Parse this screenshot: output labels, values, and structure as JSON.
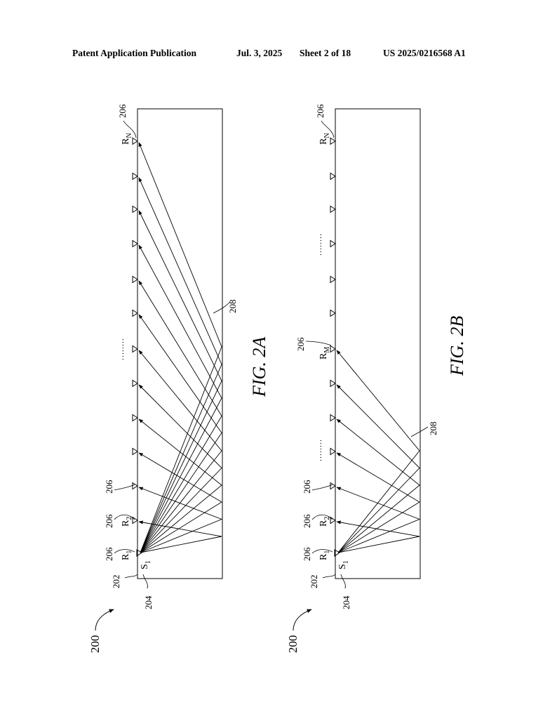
{
  "header": {
    "publication": "Patent Application Publication",
    "date": "Jul. 3, 2025",
    "sheet": "Sheet 2 of 18",
    "patent_number": "US 2025/0216568 A1"
  },
  "figures": [
    {
      "caption": "FIG. 2A",
      "ref_assembly": "200",
      "ref_body": "202",
      "ref_source": "204",
      "ref_receiver": "206",
      "ref_path": "208",
      "source_label": "S",
      "source_sub": "1",
      "receiver_first": {
        "label": "R",
        "sub": "1"
      },
      "receiver_second": {
        "label": "R",
        "sub": "2"
      },
      "receiver_last": {
        "label": "R",
        "sub": "N"
      },
      "ellipsis": "........"
    },
    {
      "caption": "FIG. 2B",
      "ref_assembly": "200",
      "ref_body": "202",
      "ref_source": "204",
      "ref_receiver": "206",
      "ref_path": "208",
      "source_label": "S",
      "source_sub": "1",
      "receiver_first": {
        "label": "R",
        "sub": "1"
      },
      "receiver_second": {
        "label": "R",
        "sub": "2"
      },
      "receiver_mid": {
        "label": "R",
        "sub": "M"
      },
      "receiver_last": {
        "label": "R",
        "sub": "N"
      },
      "ellipsis": "........"
    }
  ]
}
